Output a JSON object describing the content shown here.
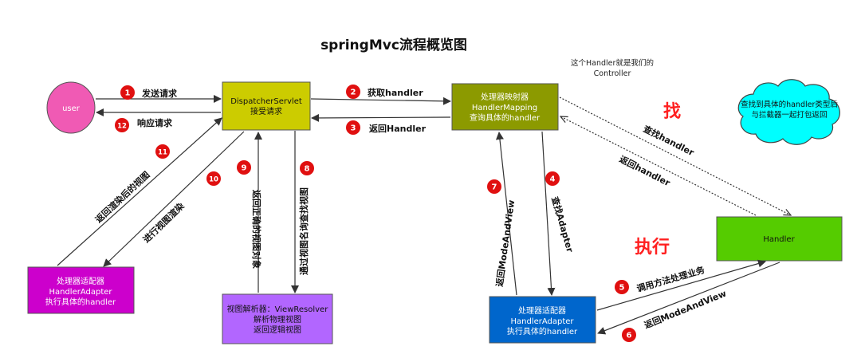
{
  "title": "springMvc流程概览图",
  "note_top_right": [
    "这个Handler就是我们的",
    "Controller"
  ],
  "cloud_text": [
    "查找到具体的handler类型后",
    "与拦截器一起打包返回"
  ],
  "big_label_find": "找",
  "big_label_execute": "执行",
  "nodes": {
    "user": {
      "label": "user",
      "color": "#f05ab4"
    },
    "dispatcher": {
      "lines": [
        "DispatcherServlet",
        "接受请求"
      ],
      "color": "#cccc00"
    },
    "handler_mapping": {
      "lines": [
        "处理器映射器",
        "HandlerMapping",
        "查询具体的handler"
      ],
      "color": "#8c9a00"
    },
    "handler": {
      "label": "Handler",
      "color": "#55cc00"
    },
    "adapter_left": {
      "lines": [
        "处理器适配器",
        "HandlerAdapter",
        "执行具体的handler"
      ],
      "color": "#cc00cc"
    },
    "view_resolver": {
      "lines": [
        "视图解析器：ViewResolver",
        "解析物理视图",
        "返回逻辑视图"
      ],
      "color": "#b266ff"
    },
    "adapter_right": {
      "lines": [
        "处理器适配器",
        "HandlerAdapter",
        "执行具体的handler"
      ],
      "color": "#0066cc"
    }
  },
  "steps": [
    {
      "num": "1",
      "text": "发送请求"
    },
    {
      "num": "2",
      "text": "获取handler"
    },
    {
      "num": "3",
      "text": "返回Handler"
    },
    {
      "num": "4",
      "text": "查找Adapter"
    },
    {
      "num": "5",
      "text": "调用方法处理业务"
    },
    {
      "num": "6",
      "text": "返回ModeAndView"
    },
    {
      "num": "7",
      "text": "返回ModeAndView"
    },
    {
      "num": "8",
      "text": "通过视图名询查找视图"
    },
    {
      "num": "9",
      "text": "返回正确的视图对象"
    },
    {
      "num": "10",
      "text": "进行视图渲染"
    },
    {
      "num": "11",
      "text": "返回渲染后的视图"
    },
    {
      "num": "12",
      "text": "响应请求"
    }
  ],
  "side_labels": {
    "find_handler": "查找handler",
    "return_handler": "返回handler"
  },
  "colors": {
    "step_badge": "#e01010",
    "cloud": "#00ffff",
    "big_red": "#ff2020",
    "arrow": "#333333"
  }
}
